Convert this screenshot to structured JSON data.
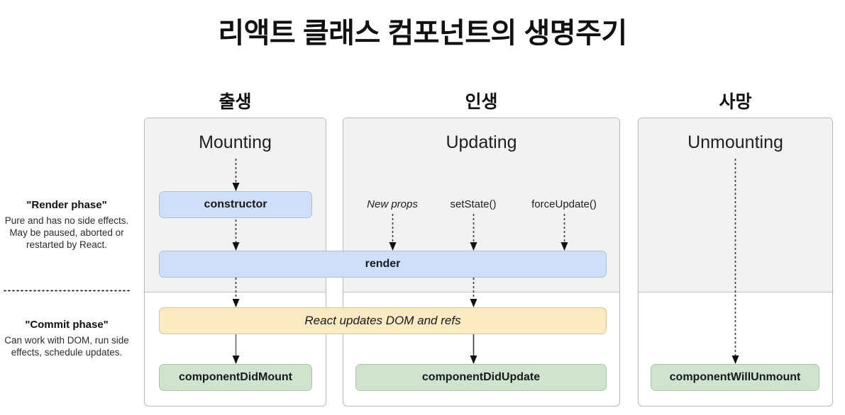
{
  "title": "리액트 클래스 컴포넌트의 생명주기",
  "columns": [
    {
      "korean": "출생",
      "label": "Mounting"
    },
    {
      "korean": "인생",
      "label": "Updating"
    },
    {
      "korean": "사망",
      "label": "Unmounting"
    }
  ],
  "phase_notes": [
    {
      "title": "\"Render phase\"",
      "body": "Pure and has no side effects. May be paused, aborted or restarted by React."
    },
    {
      "title": "\"Commit phase\"",
      "body": "Can work with DOM, run side effects, schedule updates."
    }
  ],
  "triggers": [
    {
      "label": "New props"
    },
    {
      "label": "setState()"
    },
    {
      "label": "forceUpdate()"
    }
  ],
  "lifecycle": {
    "constructor": "constructor",
    "render": "render",
    "react_updates": "React updates DOM and refs",
    "component_did_mount": "componentDidMount",
    "component_did_update": "componentDidUpdate",
    "component_will_unmount": "componentWillUnmount"
  },
  "colors": {
    "render_box": "#cfdffa",
    "commit_box": "#fbeac2",
    "lifecycle_box": "#cfe3cf",
    "panel_render_zone": "#f2f2f2",
    "panel_border": "#b9b9b9",
    "text": "#1c1c1c"
  }
}
